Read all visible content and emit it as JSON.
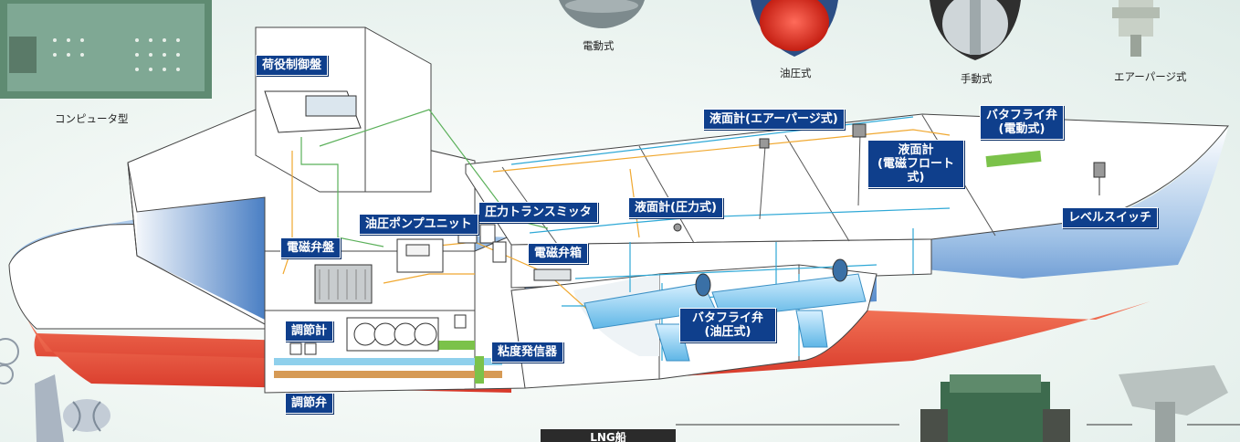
{
  "captions": {
    "computer": "コンピュータ型",
    "electric": "電動式",
    "hydraulic": "油圧式",
    "manual": "手動式",
    "airpurge": "エアーパージ式"
  },
  "labels": {
    "cargo_panel": "荷役制御盤",
    "level_air": "液面計(エアーパージ式)",
    "bfv_electric_1": "バタフライ弁",
    "bfv_electric_2": "(電動式)",
    "level_float_1": "液面計",
    "level_float_2": "(電磁フロート式)",
    "pressure_tx": "圧力トランスミッタ",
    "level_pressure": "液面計(圧力式)",
    "level_switch": "レベルスイッチ",
    "pump_unit": "油圧ポンプユニット",
    "solenoid_panel": "電磁弁盤",
    "solenoid_box": "電磁弁箱",
    "bfv_hydraulic_1": "バタフライ弁",
    "bfv_hydraulic_2": "(油圧式)",
    "regulator_meter": "調節計",
    "viscosity": "粘度発信器",
    "regulator_valve": "調節弁"
  },
  "bottom_tab": "LNG船"
}
